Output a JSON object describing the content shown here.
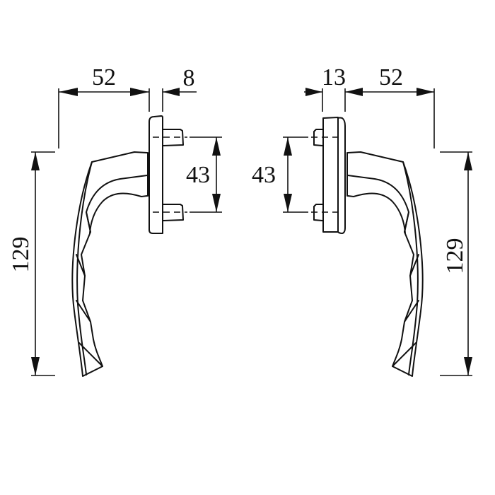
{
  "drawing": {
    "title": "Window handle dimension drawing",
    "units": "mm",
    "stroke_color": "#111111",
    "background": "#ffffff"
  },
  "left_view": {
    "dim_reach": "52",
    "dim_plate_thickness": "8",
    "dim_pin_spacing": "43",
    "dim_height": "129"
  },
  "right_view": {
    "dim_plate_thickness": "13",
    "dim_reach": "52",
    "dim_pin_spacing": "43",
    "dim_height": "129"
  }
}
